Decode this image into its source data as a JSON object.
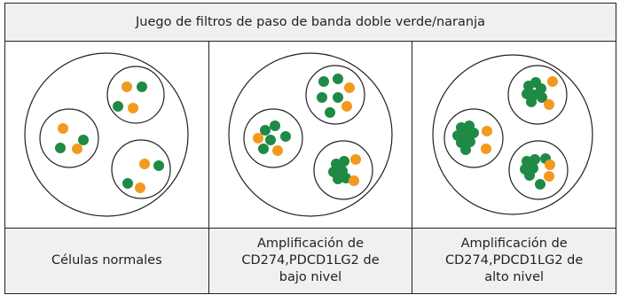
{
  "title": "Juego de filtros de paso de banda doble verde/naranja",
  "colors": {
    "green": "#1e8a46",
    "orange": "#f2991f",
    "outline": "#222222"
  },
  "columns": [
    {
      "caption_lines": [
        "Células normales"
      ]
    },
    {
      "caption_lines": [
        "Amplificación de",
        "CD274,PDCD1LG2 de",
        "bajo nivel"
      ]
    },
    {
      "caption_lines": [
        "Amplificación de",
        "CD274,PDCD1LG2 de",
        "alto nivel"
      ]
    }
  ]
}
